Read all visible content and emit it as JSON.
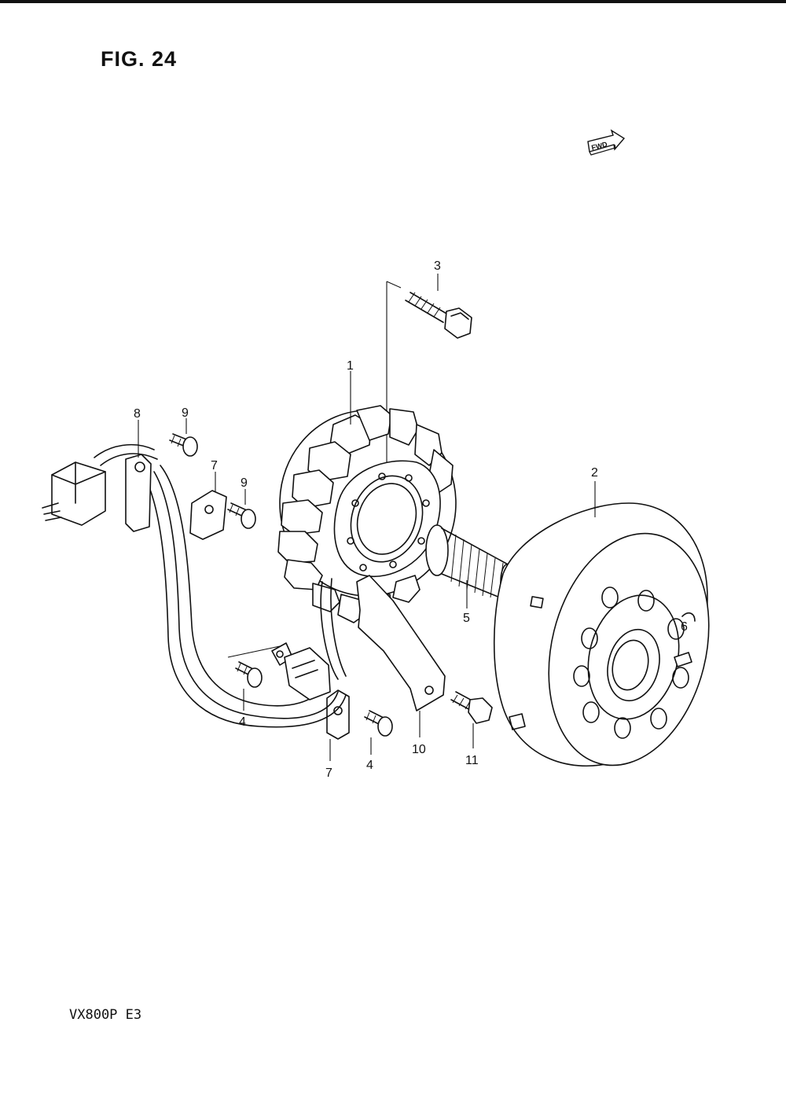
{
  "figure": {
    "title": "FIG. 24",
    "model": "VX800P  E3",
    "direction_marker": {
      "text": "FWD",
      "icon": "forward-arrow-icon"
    }
  },
  "callouts": [
    "1",
    "2",
    "3",
    "4",
    "4",
    "5",
    "6",
    "7",
    "7",
    "8",
    "9",
    "9",
    "10",
    "11"
  ]
}
